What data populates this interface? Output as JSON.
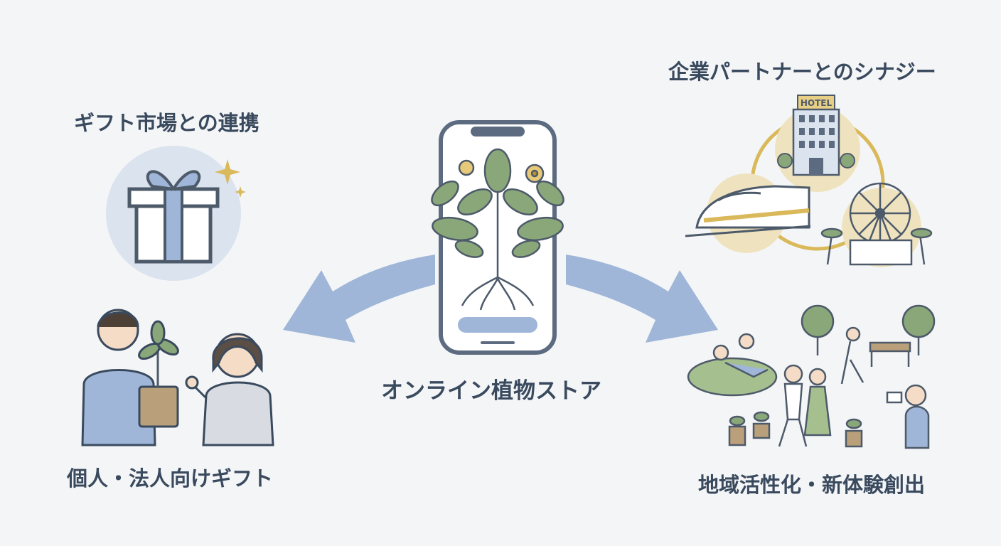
{
  "labels": {
    "gift_market": "ギフト市場との連携",
    "partner_synergy": "企業パートナーとのシナジー",
    "center_store": "オンライン植物ストア",
    "personal_corporate_gift": "個人・法人向けギフト",
    "regional_revitalization": "地域活性化・新体験創出"
  },
  "hotel_sign": "HOTEL",
  "colors": {
    "text": "#3a4a5e",
    "arrow": "#9fb6d8",
    "accent_gold": "#d9b95a",
    "leaf_green": "#8aa77a",
    "phone_outline": "#5d6b80",
    "background": "#f4f5f7"
  },
  "icons": [
    "gift-icon",
    "sparkle-icon",
    "smartphone-icon",
    "plant-icon",
    "hotel-icon",
    "train-icon",
    "ferris-wheel-icon",
    "people-icon",
    "park-icon",
    "camera-icon"
  ]
}
